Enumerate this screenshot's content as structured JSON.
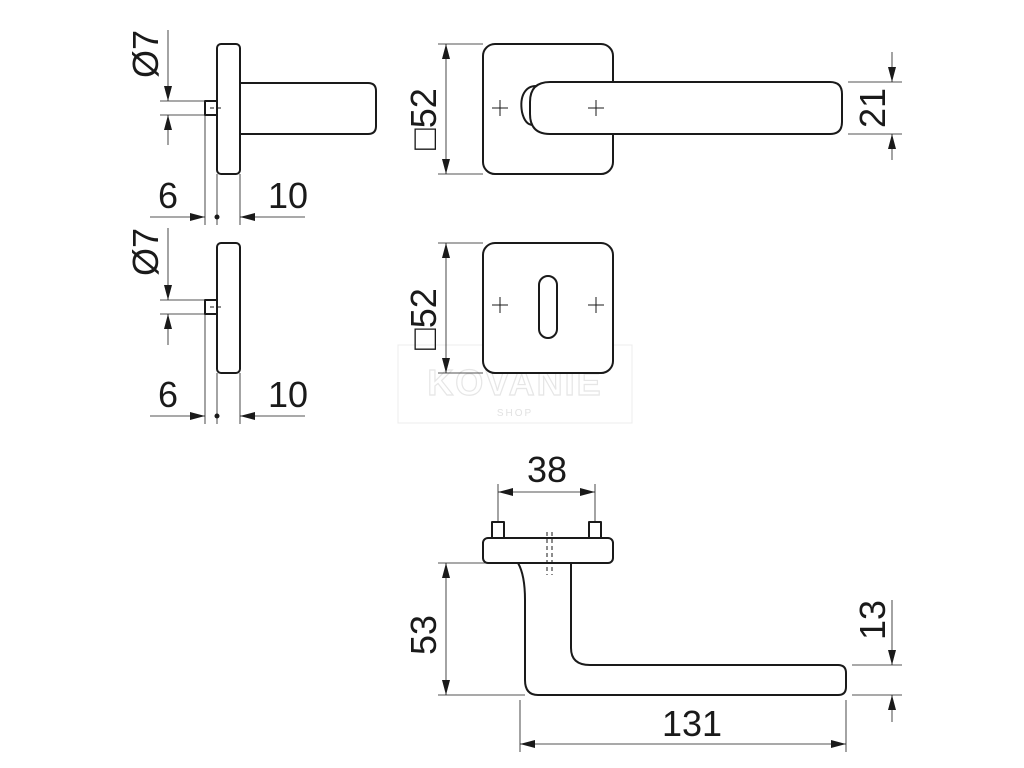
{
  "watermark": {
    "brand": "KOVANIE",
    "sub": "SHOP"
  },
  "dimensions": {
    "side_top": {
      "diameter": "Ø7",
      "left": "6",
      "right": "10"
    },
    "side_bottom": {
      "diameter": "Ø7",
      "left": "6",
      "right": "10"
    },
    "front_handle": {
      "rose_square": "□52",
      "grip_height": "21"
    },
    "front_keyhole": {
      "rose_square": "□52"
    },
    "bottom_view": {
      "spacing": "38",
      "depth": "53",
      "grip_thickness": "13",
      "length": "131"
    }
  }
}
